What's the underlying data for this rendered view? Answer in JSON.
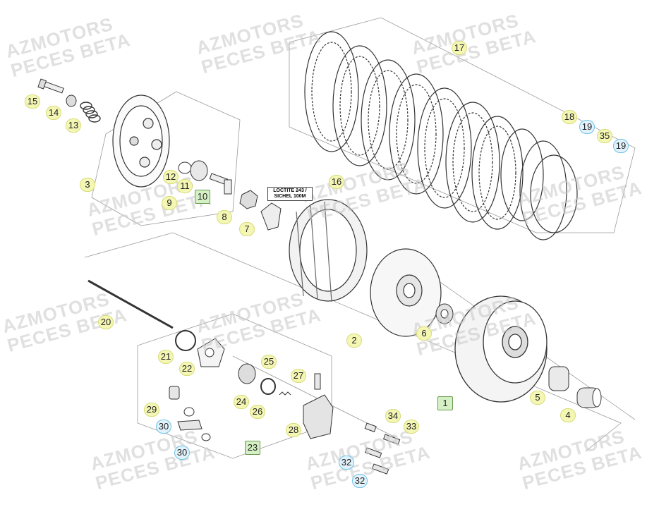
{
  "watermark": {
    "line1": "AZMOTORS",
    "line2": "PECES BETA"
  },
  "note": {
    "line1": "LOCTITE 243 /",
    "line2": "SICHEL 100M"
  },
  "callouts": [
    {
      "label": "1",
      "style": "square"
    },
    {
      "label": "2",
      "style": "round"
    },
    {
      "label": "3",
      "style": "round"
    },
    {
      "label": "4",
      "style": "round"
    },
    {
      "label": "5",
      "style": "round"
    },
    {
      "label": "6",
      "style": "round"
    },
    {
      "label": "7",
      "style": "round"
    },
    {
      "label": "8",
      "style": "round"
    },
    {
      "label": "9",
      "style": "round"
    },
    {
      "label": "10",
      "style": "square"
    },
    {
      "label": "11",
      "style": "round"
    },
    {
      "label": "12",
      "style": "round"
    },
    {
      "label": "13",
      "style": "round"
    },
    {
      "label": "14",
      "style": "round"
    },
    {
      "label": "15",
      "style": "round"
    },
    {
      "label": "16",
      "style": "round"
    },
    {
      "label": "17",
      "style": "round"
    },
    {
      "label": "18",
      "style": "round"
    },
    {
      "label": "19",
      "style": "blue"
    },
    {
      "label": "35",
      "style": "round"
    },
    {
      "label": "19",
      "style": "blue"
    },
    {
      "label": "20",
      "style": "round"
    },
    {
      "label": "21",
      "style": "round"
    },
    {
      "label": "22",
      "style": "round"
    },
    {
      "label": "23",
      "style": "square"
    },
    {
      "label": "24",
      "style": "round"
    },
    {
      "label": "25",
      "style": "round"
    },
    {
      "label": "26",
      "style": "round"
    },
    {
      "label": "27",
      "style": "round"
    },
    {
      "label": "28",
      "style": "round"
    },
    {
      "label": "29",
      "style": "round"
    },
    {
      "label": "30",
      "style": "blue"
    },
    {
      "label": "30",
      "style": "blue"
    },
    {
      "label": "32",
      "style": "blue"
    },
    {
      "label": "32",
      "style": "blue"
    },
    {
      "label": "33",
      "style": "round"
    },
    {
      "label": "34",
      "style": "round"
    }
  ]
}
